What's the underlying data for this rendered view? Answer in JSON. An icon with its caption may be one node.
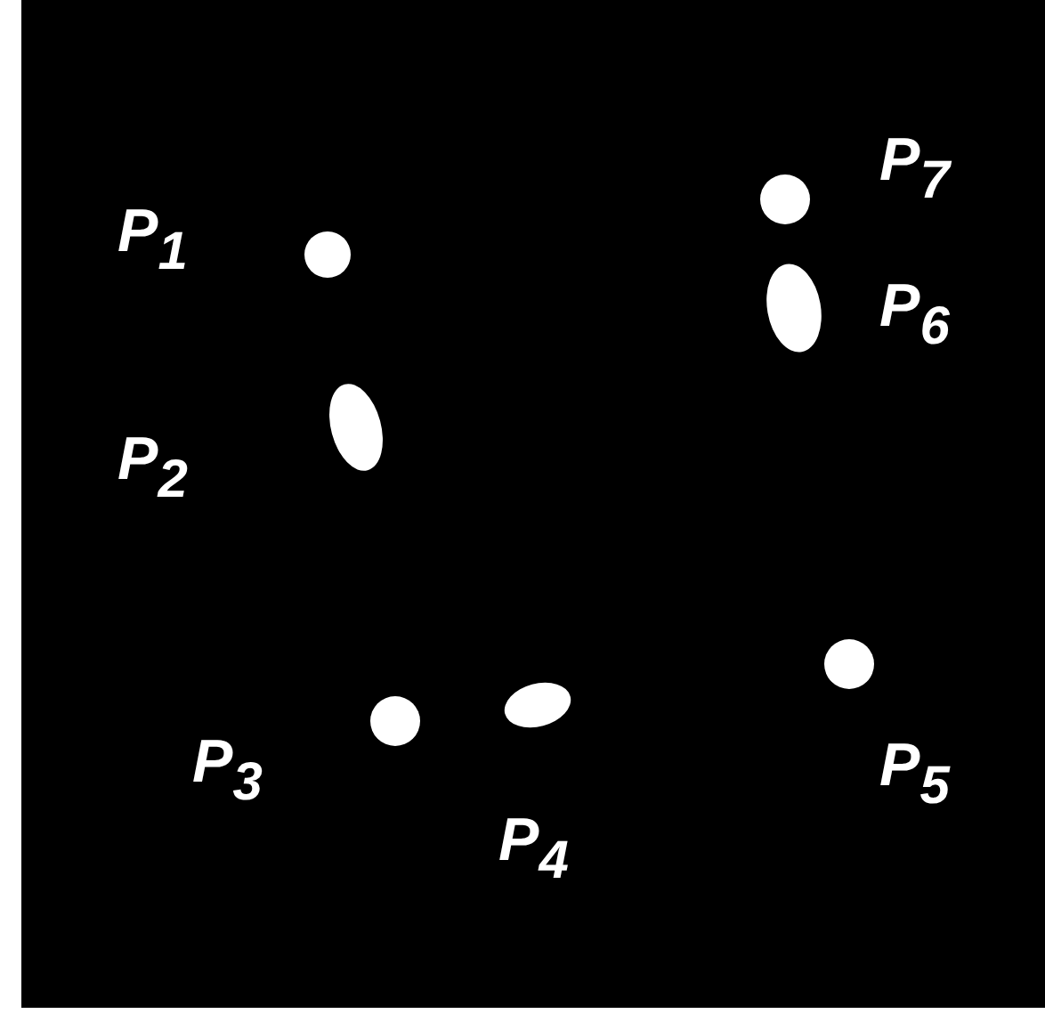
{
  "diagram": {
    "nodes": [
      {
        "text": [],
        "shape": "circle",
        "beside": [
          "P$_{1}$"
        ]
      },
      {
        "text": [],
        "shape": "ellipse",
        "beside": [
          "P$_{2}$"
        ]
      },
      {
        "text": [],
        "shape": "circle",
        "beside": [
          "P$_{3}$"
        ]
      },
      {
        "text": [],
        "shape": "ellipse",
        "beside": [
          "P$_{4}$"
        ]
      },
      {
        "text": [],
        "shape": "circle",
        "beside": [
          "P$_{5}$"
        ]
      },
      {
        "text": [],
        "shape": "ellipse",
        "beside": [
          "P$_{6}$"
        ]
      },
      {
        "text": [],
        "shape": "circle",
        "beside": [
          "P$_{7}$"
        ]
      }
    ]
  }
}
